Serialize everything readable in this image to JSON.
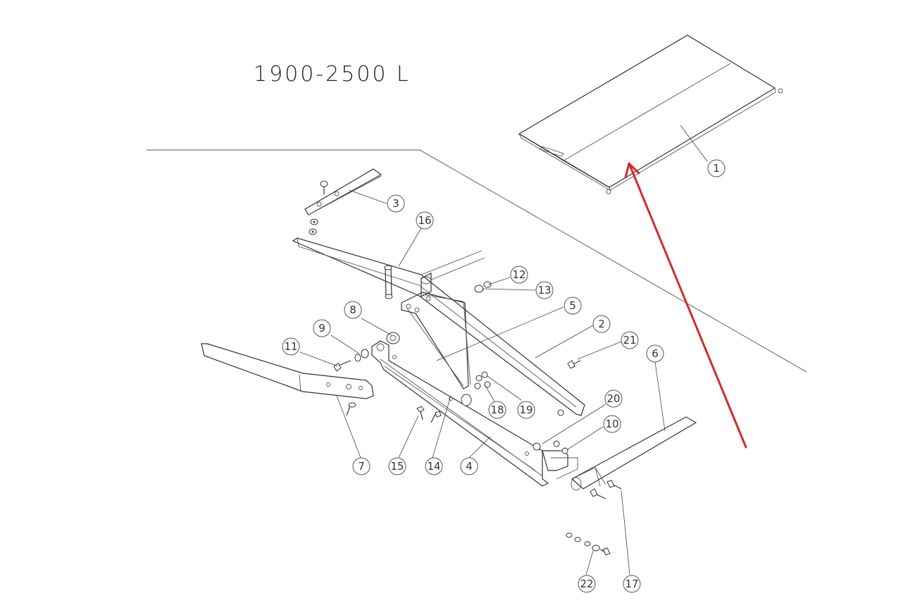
{
  "title": "1900-2500 L",
  "accent_color": "#d42a2a",
  "callouts": [
    {
      "label": "1"
    },
    {
      "label": "3"
    },
    {
      "label": "16"
    },
    {
      "label": "12"
    },
    {
      "label": "13"
    },
    {
      "label": "5"
    },
    {
      "label": "8"
    },
    {
      "label": "2"
    },
    {
      "label": "9"
    },
    {
      "label": "21"
    },
    {
      "label": "11"
    },
    {
      "label": "6"
    },
    {
      "label": "20"
    },
    {
      "label": "18"
    },
    {
      "label": "19"
    },
    {
      "label": "10"
    },
    {
      "label": "7"
    },
    {
      "label": "15"
    },
    {
      "label": "14"
    },
    {
      "label": "4"
    },
    {
      "label": "22"
    },
    {
      "label": "17"
    }
  ]
}
